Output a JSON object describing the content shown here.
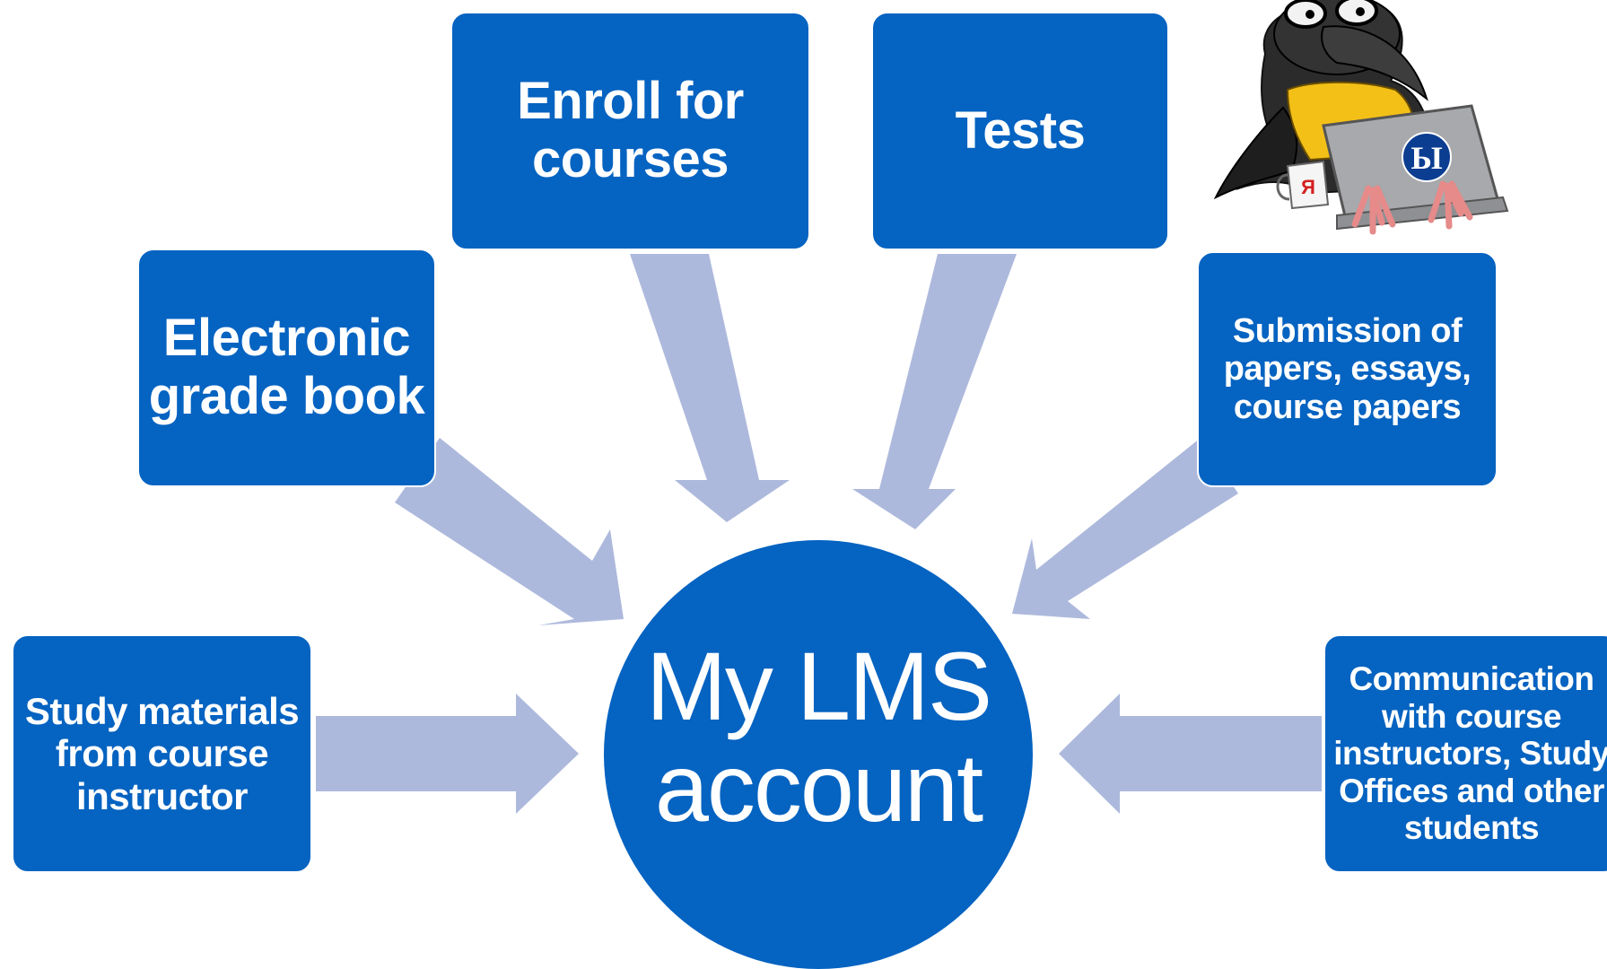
{
  "center": {
    "label": "My LMS\naccount"
  },
  "nodes": {
    "enroll": "Enroll for\ncourses",
    "tests": "Tests",
    "grade_book": "Electronic\ngrade book",
    "submission": "Submission of\npapers, essays,\ncourse papers",
    "study_materials": "Study materials\nfrom course\ninstructor",
    "communication": "Communication\nwith course\ninstructors, Study\nOffices and other\nstudents"
  },
  "mascot": {
    "mug_letter": "Я",
    "laptop_logo": "Ы"
  },
  "colors": {
    "box_fill": "#0563c1",
    "arrow_fill": "#adb9dc",
    "text": "#ffffff"
  }
}
